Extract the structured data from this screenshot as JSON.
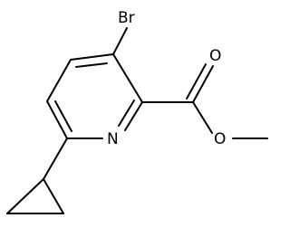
{
  "molecule": {
    "atoms": {
      "bromine": "Br",
      "ring_nitrogen": "N",
      "carbonyl_oxygen": "O",
      "ester_oxygen": "O"
    }
  },
  "colors": {
    "bond": "#000000",
    "label": "#000000",
    "background": "#ffffff"
  }
}
